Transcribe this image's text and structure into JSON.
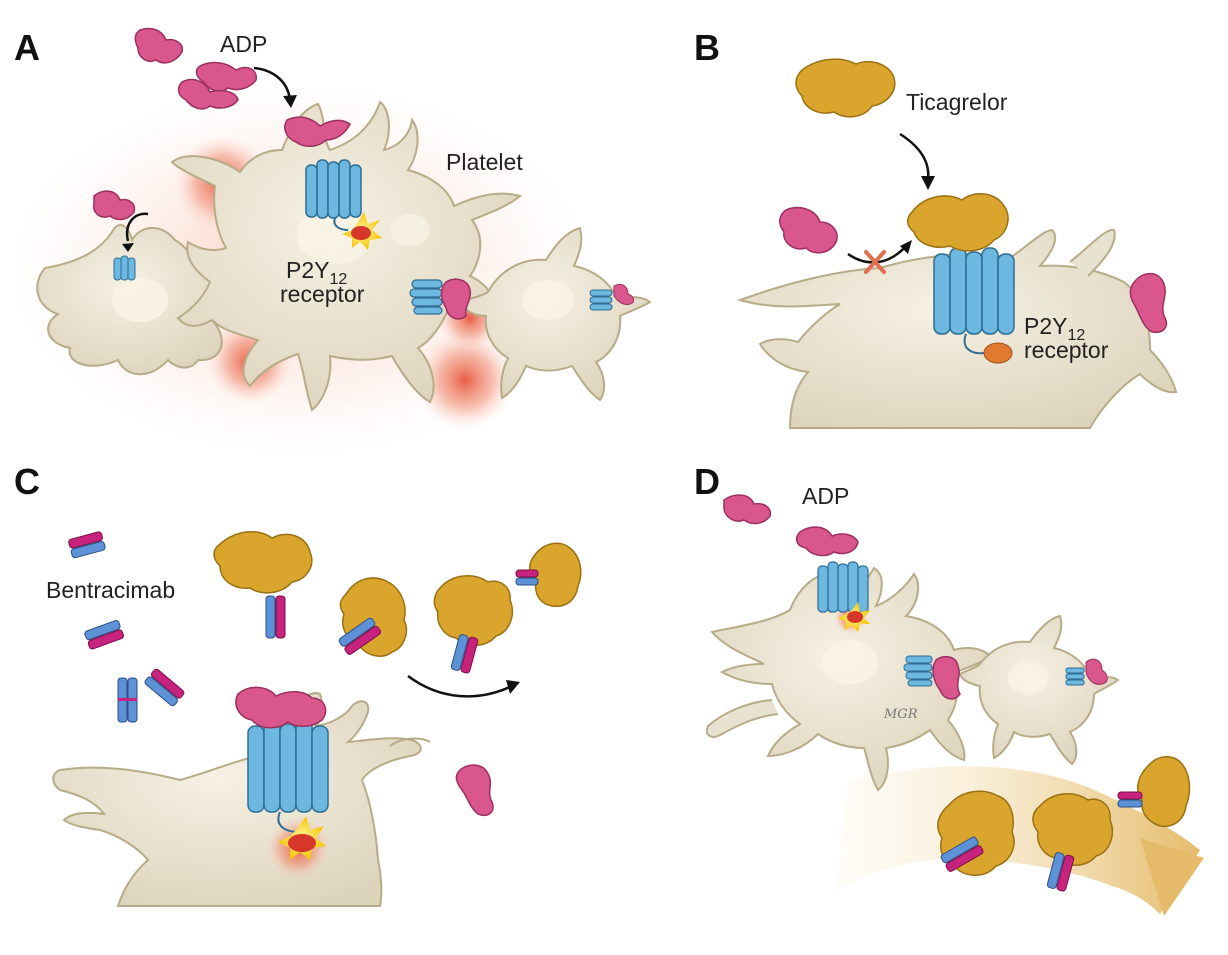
{
  "panels": {
    "a": {
      "letter": "A",
      "ligand_label": "ADP",
      "cell_label": "Platelet",
      "receptor_label": {
        "main": "P2Y",
        "subscript": "12",
        "line2": "receptor"
      }
    },
    "b": {
      "letter": "B",
      "drug_label": "Ticagrelor",
      "receptor_label": {
        "main": "P2Y",
        "subscript": "12",
        "line2": "receptor"
      }
    },
    "c": {
      "letter": "C",
      "antibody_label": "Bentracimab"
    },
    "d": {
      "letter": "D",
      "ligand_label": "ADP",
      "signature": "MGR"
    }
  },
  "colors": {
    "platelet": "#e8e2d0",
    "platelet_outline": "#b7ab88",
    "adp": "#d9578c",
    "receptor": "#6cb8e0",
    "ticagrelor": "#d9a52c",
    "antibody_blue": "#5e92d6",
    "antibody_magenta": "#c8227f",
    "activation_glow": "#e8553a",
    "block_x": "#e07050"
  }
}
